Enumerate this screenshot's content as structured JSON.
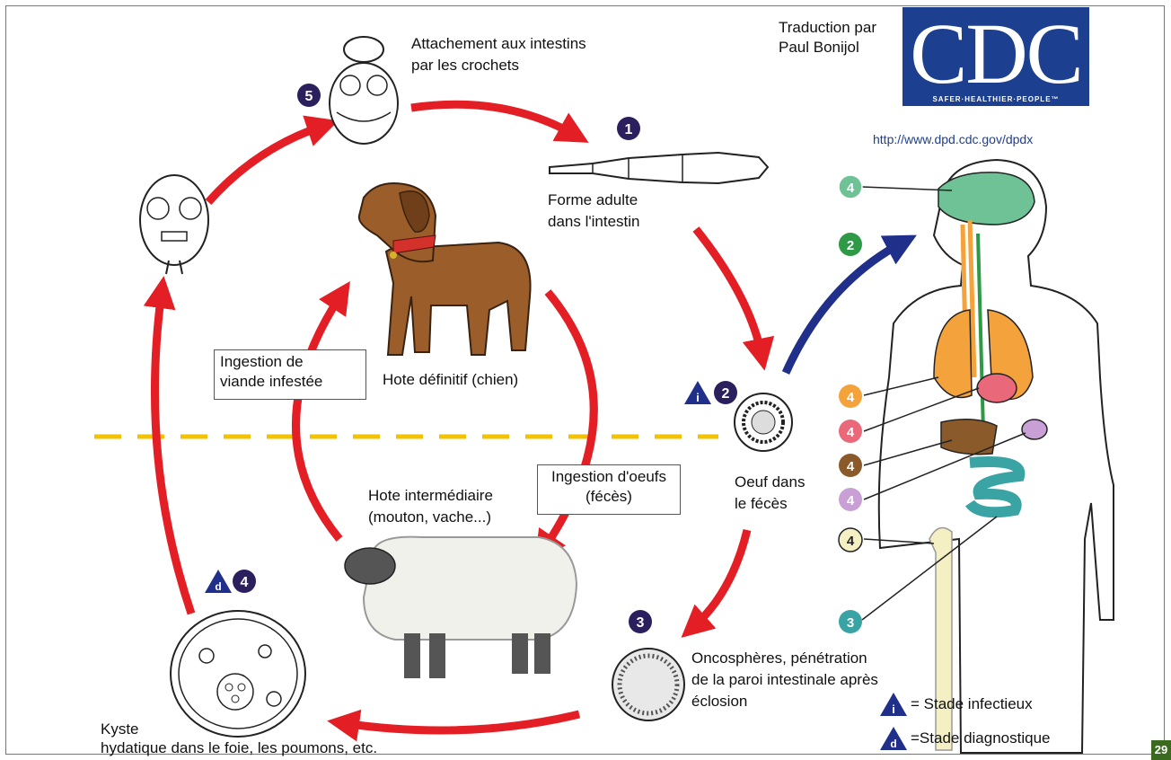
{
  "credit": {
    "line1": "Traduction par",
    "line2": "Paul Bonijol"
  },
  "logo": {
    "text": "CDC",
    "tagline": "SAFER·HEALTHIER·PEOPLE™",
    "url": "http://www.dpd.cdc.gov/dpdx"
  },
  "stages": {
    "attachment": {
      "number": "5",
      "line1": "Attachement aux intestins",
      "line2": "par les crochets"
    },
    "adult": {
      "number": "1",
      "line1": "Forme adulte",
      "line2": "dans l'intestin"
    },
    "egg": {
      "number": "2",
      "line1": "Oeuf dans",
      "line2": "le fécès"
    },
    "oncosphere": {
      "number": "3",
      "line1": "Oncosphères, pénétration",
      "line2": "de la paroi intestinale après",
      "line3": "éclosion"
    },
    "cyst": {
      "number": "4",
      "line1": "Kyste",
      "line2": "hydatique dans le foie, les poumons, etc."
    }
  },
  "hosts": {
    "definitive": "Hote définitif (chien)",
    "intermediate_line1": "Hote intermédiaire",
    "intermediate_line2": "(mouton, vache...)"
  },
  "boxes": {
    "meat_line1": "Ingestion de",
    "meat_line2": "viande infestée",
    "eggs_line1": "Ingestion d'oeufs",
    "eggs_line2": "(fécès)"
  },
  "human": {
    "brain": "4",
    "ingestion": "2",
    "lungs": "4",
    "heart": "4",
    "liver": "4",
    "spleen": "4",
    "bone": "4",
    "intestine": "3"
  },
  "legend": {
    "infective_symbol": "i",
    "infective_label": "= Stade infectieux",
    "diagnostic_symbol": "d",
    "diagnostic_label": "=Stade diagnostique"
  },
  "page_number": "29",
  "colors": {
    "arrow_red": "#e31e24",
    "arrow_blue": "#1f2f8a",
    "badge_dark": "#2b1f5e",
    "divider_yellow": "#f2c200",
    "cdc_blue": "#1d3f8f",
    "brain": "#6fc295",
    "lungs": "#f3a23c",
    "heart": "#e9697a",
    "liver": "#8a5a2b",
    "spleen": "#c9a0d6",
    "bone": "#f4f0c4",
    "intestine": "#3aa3a3",
    "ingestion": "#2e9a46"
  }
}
